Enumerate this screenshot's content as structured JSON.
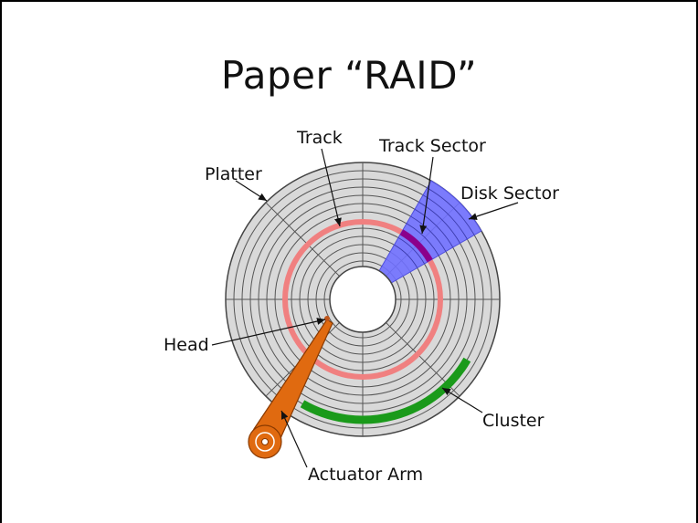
{
  "slide": {
    "title": "Paper “RAID”"
  },
  "diagram": {
    "labels": {
      "track": "Track",
      "track_sector": "Track Sector",
      "platter": "Platter",
      "disk_sector": "Disk Sector",
      "head": "Head",
      "cluster": "Cluster",
      "actuator_arm": "Actuator Arm"
    },
    "colors": {
      "platter_fill": "#d9d9d9",
      "ring_lines": "#555555",
      "track_highlight": "#f08080",
      "disk_sector": "#7070ff",
      "track_sector": "#8b008b",
      "cluster": "#1a9a1a",
      "actuator_arm": "#e06a10"
    }
  }
}
